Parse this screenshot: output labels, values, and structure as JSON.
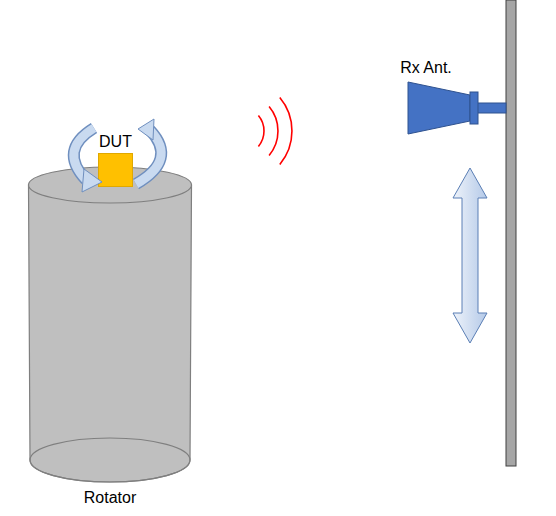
{
  "diagram": {
    "nodes": [
      {
        "text": [
          "Rotator"
        ]
      },
      {
        "text": [
          "DUT"
        ]
      },
      {
        "text": [
          "Rx Ant."
        ]
      }
    ]
  }
}
